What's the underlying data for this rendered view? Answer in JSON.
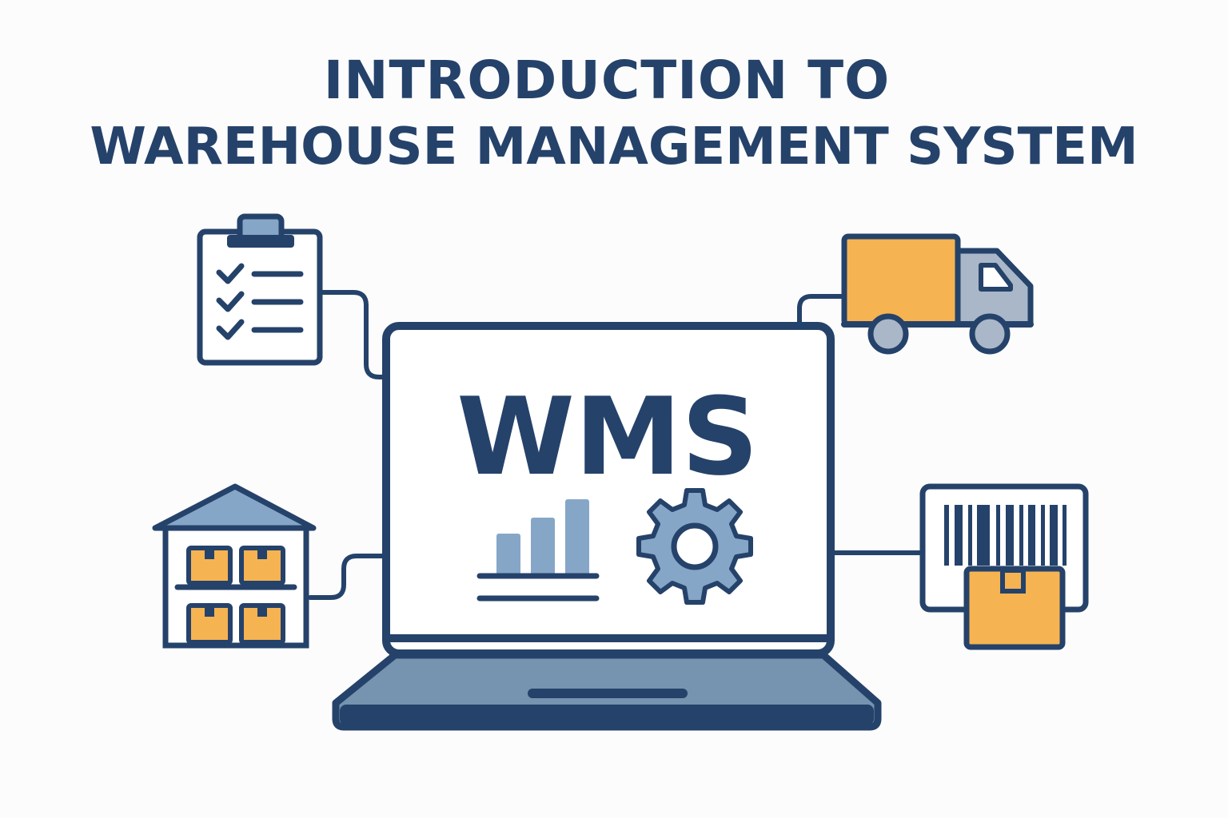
{
  "title": {
    "line1": "INTRODUCTION TO",
    "line2": "WAREHOUSE MANAGEMENT SYSTEM"
  },
  "screen": {
    "label": "WMS"
  },
  "icons": [
    "clipboard-checklist-icon",
    "delivery-truck-icon",
    "warehouse-icon",
    "barcode-package-icon",
    "bar-chart-icon",
    "gear-icon",
    "laptop-icon"
  ],
  "colors": {
    "navy": "#25426a",
    "steel_blue": "#86a6c8",
    "gray_blue": "#a9b7c8",
    "orange": "#f6b352",
    "background": "#fcfcfc"
  }
}
